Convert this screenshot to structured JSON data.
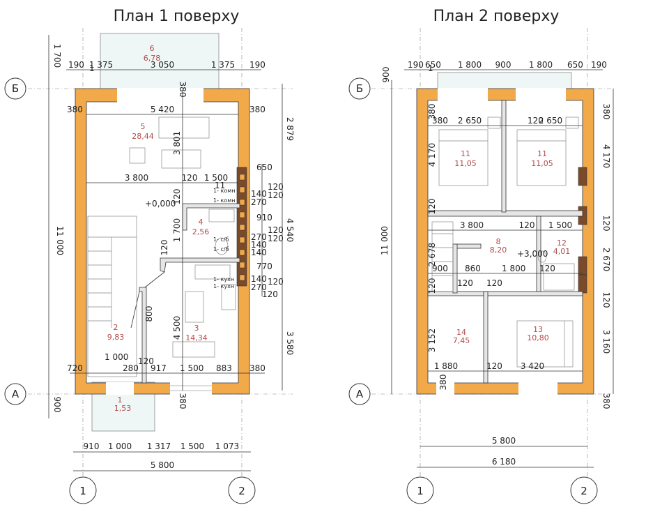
{
  "titles": {
    "floor1": "План 1 поверху",
    "floor2": "План 2 поверху"
  },
  "axes": {
    "b": "Б",
    "a": "А",
    "one": "1",
    "two": "2"
  },
  "floor1": {
    "top": [
      "190",
      "1 375",
      "3 050",
      "1 375",
      "190"
    ],
    "left_top": "1 700",
    "left_bottom": "900",
    "total_height": "11 000",
    "interior_width": "5 420",
    "wall": "380",
    "mid": [
      "3 800",
      "120",
      "1 500"
    ],
    "bottom_row": [
      "720",
      "1 000",
      "280",
      "120",
      "917",
      "1 500",
      "883",
      "380"
    ],
    "bottom_dims": [
      "910",
      "1 000",
      "1 317",
      "1 500",
      "1 073"
    ],
    "total_width": "5 800",
    "right_outer": [
      "2 879",
      "4 540",
      "3 580"
    ],
    "right_inner": [
      "650",
      "120",
      "140",
      "120",
      "270",
      "910",
      "120",
      "270",
      "140",
      "120",
      "140",
      "770",
      "140",
      "120",
      "270",
      "120"
    ],
    "interior_v": [
      "3 801",
      "1 700",
      "4 500",
      "800",
      "120",
      "120"
    ],
    "level": "+0,000",
    "rooms": [
      {
        "n": "6",
        "a": "6,78"
      },
      {
        "n": "5",
        "a": "28,44"
      },
      {
        "n": "4",
        "a": "2,56"
      },
      {
        "n": "2",
        "a": "9,83"
      },
      {
        "n": "3",
        "a": "14,34"
      },
      {
        "n": "1",
        "a": "1,53"
      }
    ],
    "notes": [
      "1- комн",
      "1- комн",
      "1- с/б",
      "1- с/б",
      "1- кухн",
      "1- кухн"
    ]
  },
  "floor2": {
    "top": [
      "190",
      "650",
      "1 800",
      "900",
      "1 800",
      "650",
      "190"
    ],
    "left_top": "900",
    "total_height": "11 000",
    "row1": [
      "380",
      "2 650",
      "120",
      "2 650"
    ],
    "row2": [
      "3 800",
      "120",
      "1 500"
    ],
    "row3": [
      "900",
      "860",
      "1 800",
      "120",
      "120",
      "120"
    ],
    "row4": [
      "1 880",
      "120",
      "3 420"
    ],
    "left_v": [
      "380",
      "4 170",
      "120",
      "2 678",
      "120",
      "3 152",
      "380"
    ],
    "right_outer": [
      "380",
      "4 170",
      "120",
      "2 670",
      "120",
      "3 160",
      "380"
    ],
    "bottom_dims": [
      "5 800",
      "6 180"
    ],
    "level": "+3,000",
    "rooms": [
      {
        "n": "11",
        "a": "11,05"
      },
      {
        "n": "11",
        "a": "11,05"
      },
      {
        "n": "8",
        "a": "8,20"
      },
      {
        "n": "12",
        "a": "4,01"
      },
      {
        "n": "14",
        "a": "7,45"
      },
      {
        "n": "13",
        "a": "10,80"
      }
    ]
  }
}
